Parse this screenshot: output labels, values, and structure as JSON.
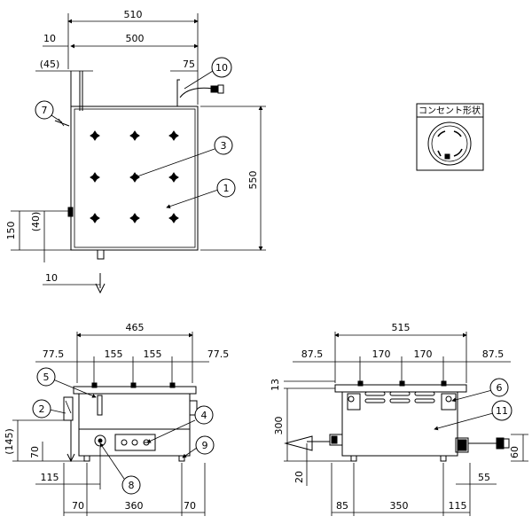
{
  "top_view": {
    "dims": {
      "overall_width": "510",
      "inner_width": "500",
      "left_offset": "10",
      "pipe_offset": "(45)",
      "cord_offset": "75",
      "depth": "550",
      "drain_height": "150",
      "drain_offset": "(40)",
      "bottom_offset": "10"
    }
  },
  "callouts": {
    "c1": "1",
    "c2": "2",
    "c3": "3",
    "c4": "4",
    "c5": "5",
    "c6": "6",
    "c7": "7",
    "c8": "8",
    "c9": "9",
    "c10": "10",
    "c11": "11"
  },
  "outlet_box": {
    "label": "コンセント形状"
  },
  "front_view": {
    "dims": {
      "overall": "465",
      "seg_a": "77.5",
      "seg_b": "155",
      "seg_c": "155",
      "seg_d": "77.5",
      "drain_height": "(145)",
      "drain_low": "70",
      "drain_offset": "115",
      "foot_left": "70",
      "foot_span": "360",
      "foot_right": "70"
    }
  },
  "side_view": {
    "dims": {
      "overall": "515",
      "seg_a": "87.5",
      "seg_b": "170",
      "seg_c": "170",
      "seg_d": "87.5",
      "top_thickness": "13",
      "height": "300",
      "drain_pos": "20",
      "plug_height": "60",
      "plug_offset": "55",
      "foot_left": "85",
      "foot_span": "350",
      "foot_right": "115"
    }
  }
}
